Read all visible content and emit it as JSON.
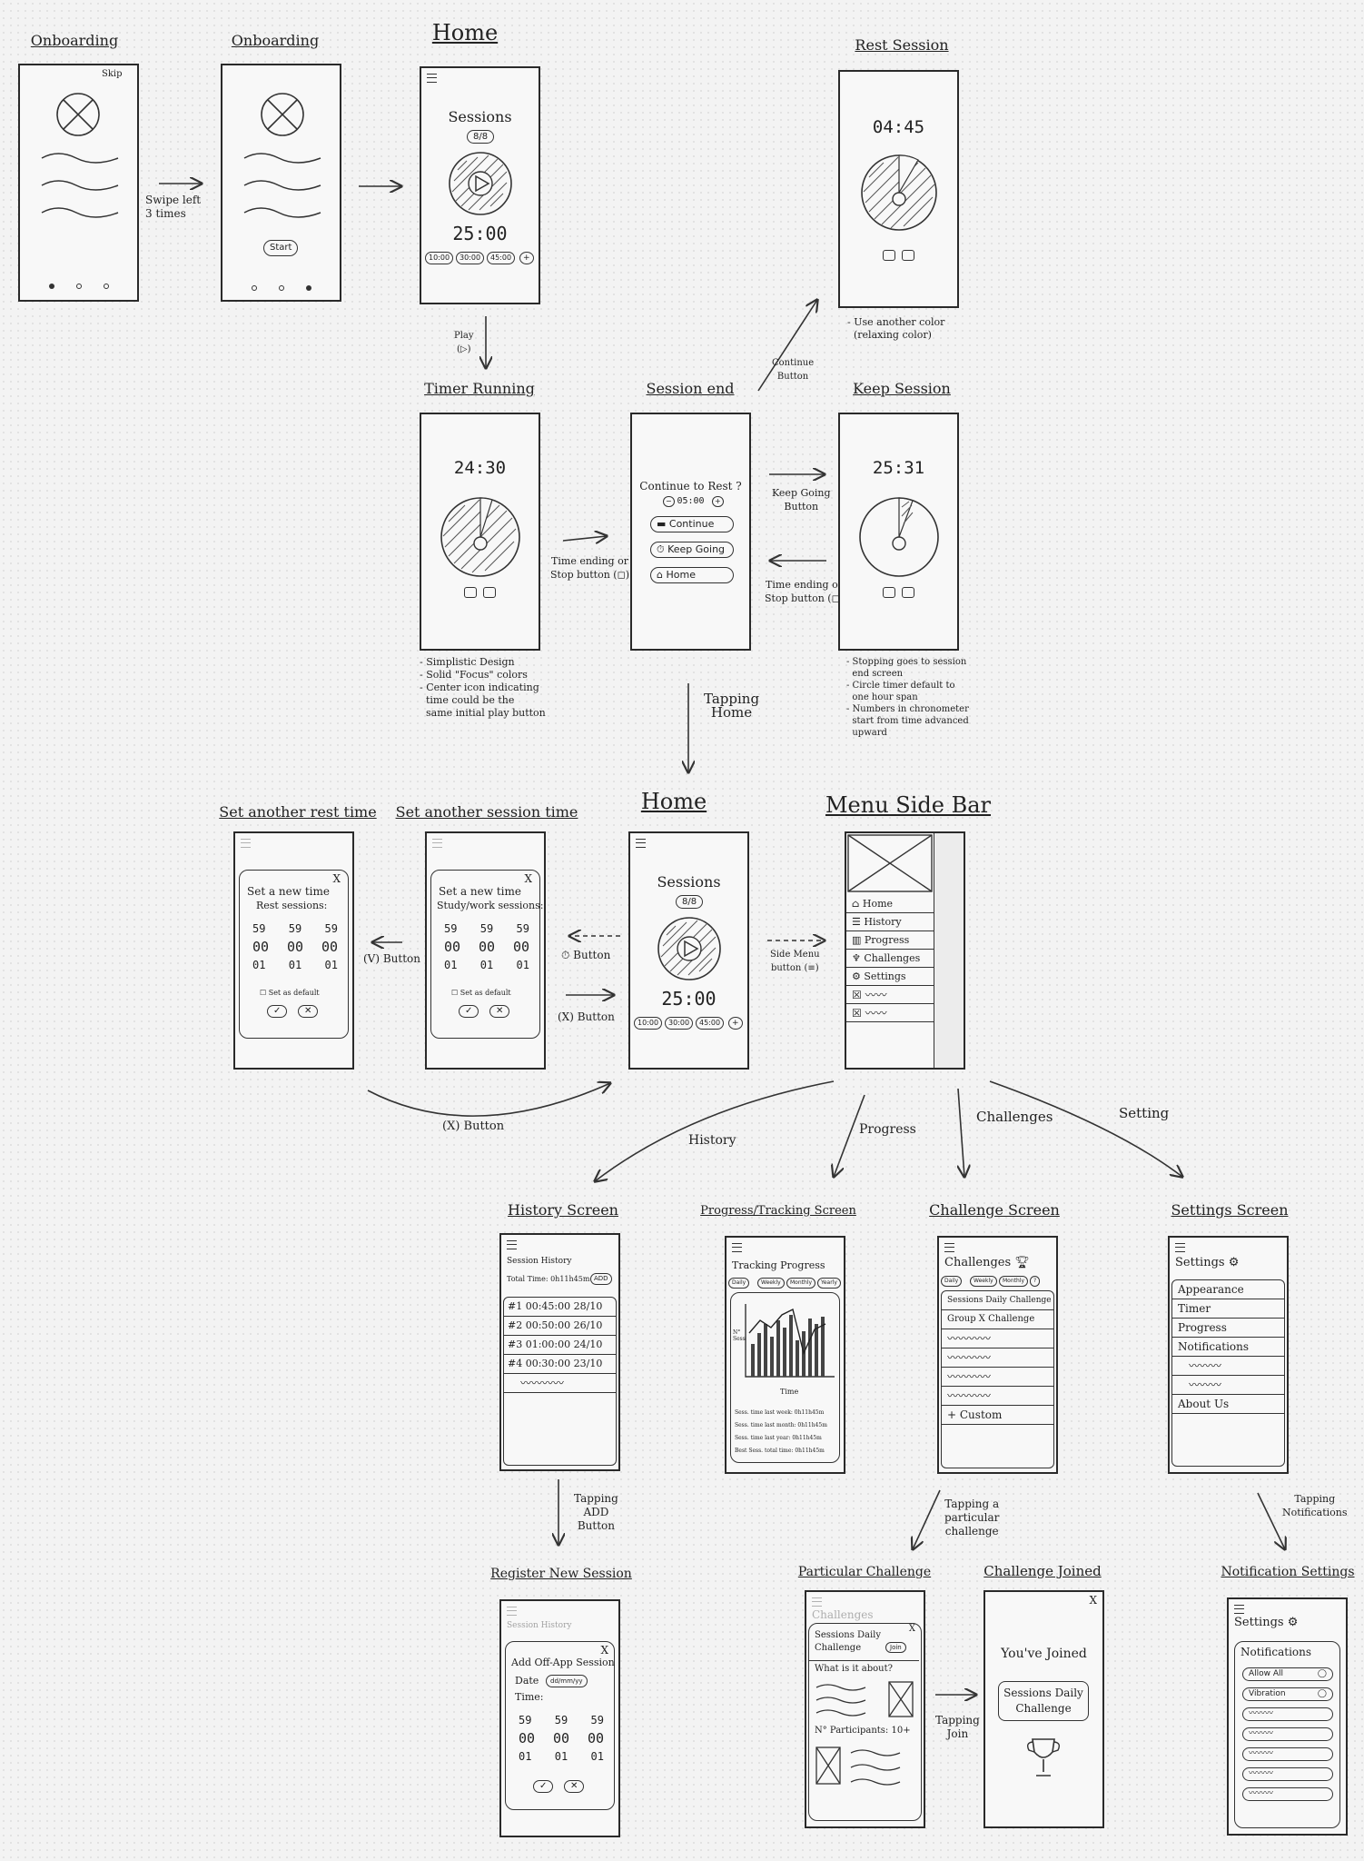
{
  "titles": {
    "onboarding1": "Onboarding",
    "onboarding2": "Onboarding",
    "home1": "Home",
    "rest_session": "Rest Session",
    "timer_running": "Timer Running",
    "session_end": "Session end",
    "keep_session": "Keep Session",
    "set_rest": "Set another rest time",
    "set_session": "Set another session time",
    "home2": "Home",
    "menu_side_bar": "Menu Side Bar",
    "history": "History Screen",
    "progress": "Progress/Tracking Screen",
    "challenge": "Challenge Screen",
    "settings": "Settings Screen",
    "register": "Register New Session",
    "particular": "Particular Challenge",
    "joined": "Challenge Joined",
    "notif": "Notification Settings"
  },
  "onboarding": {
    "skip": "Skip",
    "start": "Start"
  },
  "home": {
    "sessions_label": "Sessions",
    "counter": "8/8",
    "timer": "25:00",
    "presets": [
      "10:00",
      "30:00",
      "45:00"
    ],
    "add": "+"
  },
  "rest": {
    "timer": "04:45"
  },
  "timer_running": {
    "timer": "24:30"
  },
  "keep": {
    "timer": "25:31"
  },
  "session_end": {
    "question": "Continue to Rest ?",
    "rest_time": "05:00",
    "minus": "−",
    "plus": "+",
    "continue": "Continue",
    "keep_going": "Keep Going",
    "home": "Home"
  },
  "set_rest": {
    "heading1": "Set a new time",
    "heading2": "Rest sessions:",
    "default": "Set as default"
  },
  "set_session": {
    "heading1": "Set a new time",
    "heading2": "Study/work sessions:",
    "default": "Set as default"
  },
  "picker": {
    "top": [
      "59",
      "59",
      "59"
    ],
    "mid": [
      "00",
      "00",
      "00"
    ],
    "bot": [
      "01",
      "01",
      "01"
    ]
  },
  "close": "X",
  "menu_items": [
    "Home",
    "History",
    "Progress",
    "Challenges",
    "Settings"
  ],
  "history": {
    "heading": "Session History",
    "total": "Total Time: 0h11h45m",
    "add": "ADD",
    "rows": [
      {
        "n": "#1",
        "time": "00:45:00",
        "date": "28/10"
      },
      {
        "n": "#2",
        "time": "00:50:00",
        "date": "26/10"
      },
      {
        "n": "#3",
        "time": "01:00:00",
        "date": "24/10"
      },
      {
        "n": "#4",
        "time": "00:30:00",
        "date": "23/10"
      }
    ]
  },
  "progress": {
    "heading": "Tracking Progress",
    "filters": [
      "Daily",
      "Weekly",
      "Monthly",
      "Yearly"
    ],
    "ylabel": "N° Sess",
    "xlabel": "Time",
    "stats": [
      "Sess. time last week: 0h11h45m",
      "Sess. time last month: 0h11h45m",
      "Sess. time last year: 0h11h45m",
      "Best Sess. total time: 0h11h45m"
    ]
  },
  "challenge": {
    "heading": "Challenges",
    "filters": [
      "Daily",
      "Weekly",
      "Monthly"
    ],
    "items": [
      "Sessions Daily Challenge",
      "Group X Challenge"
    ],
    "custom": "+ Custom"
  },
  "settings": {
    "heading": "Settings",
    "items": [
      "Appearance",
      "Timer",
      "Progress",
      "Notifications"
    ],
    "about": "About Us"
  },
  "register": {
    "bg_heading": "Session History",
    "heading": "Add Off-App Session",
    "date_label": "Date",
    "date_placeholder": "dd/mm/yy",
    "time_label": "Time:"
  },
  "particular": {
    "bg_heading": "Challenges",
    "heading": "Sessions Daily Challenge",
    "join": "Join",
    "about": "What is it about?",
    "participants": "N° Participants: 10+"
  },
  "joined": {
    "line1": "You've Joined",
    "line2": "Sessions Daily Challenge"
  },
  "notif": {
    "heading": "Settings",
    "section": "Notifications",
    "allow": "Allow All",
    "vibration": "Vibration"
  },
  "arrow_labels": {
    "swipe": "Swipe left\n3 times",
    "play": "Play\n(▷)",
    "time_ending1": "Time ending or\nStop button (◻)",
    "continue_button": "Continue\nButton",
    "keep_going_button": "Keep Going\nButton",
    "time_ending2": "Time ending or\nStop button (◻)",
    "tapping_home": "Tapping\nHome",
    "v_button": "(V) Button",
    "clock_button": "⏱ Button",
    "x_button1": "(X) Button",
    "side_menu": "Side Menu\nbutton (≡)",
    "x_button2": "(X) Button",
    "history": "History",
    "progress": "Progress",
    "challenges": "Challenges",
    "setting": "Setting",
    "tapping_add": "Tapping\nADD\nButton",
    "tapping_challenge": "Tapping a\nparticular\nchallenge",
    "tapping_join": "Tapping\nJoin",
    "tapping_notif": "Tapping\nNotifications"
  },
  "notes": {
    "rest": "- Use another color\n  (relaxing color)",
    "timer": "- Simplistic Design\n- Solid \"Focus\" colors\n- Center icon indicating\n  time could be the\n  same initial play button",
    "keep": "- Stopping goes to session\n  end screen\n- Circle timer default to\n  one hour span\n- Numbers in chronometer\n  start from time advanced\n  upward"
  }
}
